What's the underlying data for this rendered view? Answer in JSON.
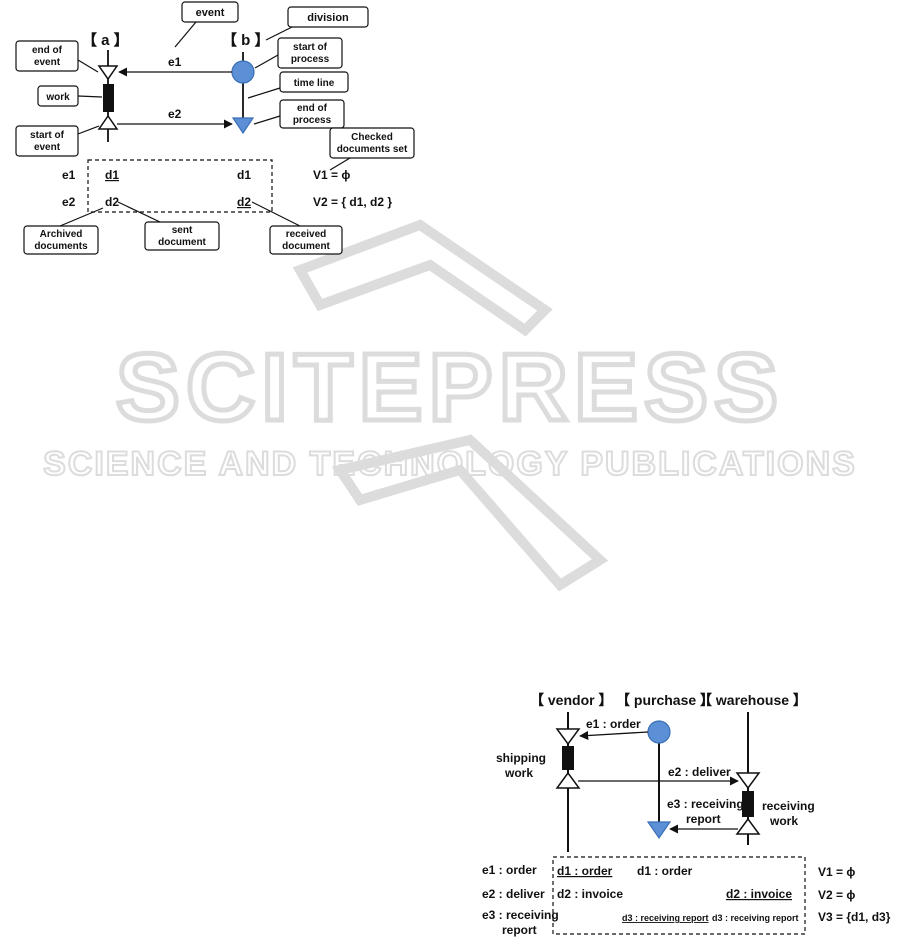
{
  "watermark": {
    "title": "SCITEPRESS",
    "subtitle": "SCIENCE AND TECHNOLOGY PUBLICATIONS"
  },
  "legend_diagram": {
    "lane_a": "【 a 】",
    "lane_b": "【 b 】",
    "callouts": {
      "event": "event",
      "division": "division",
      "end_of_event": [
        "end of",
        "event"
      ],
      "start_of_process": [
        "start of",
        "process"
      ],
      "time_line": "time line",
      "work": "work",
      "end_of_process": [
        "end of",
        "process"
      ],
      "start_of_event": [
        "start of",
        "event"
      ],
      "checked_documents_set": [
        "Checked",
        "documents set"
      ],
      "archived_documents": [
        "Archived",
        "documents"
      ],
      "sent_document": [
        "sent",
        "document"
      ],
      "received_document": [
        "received",
        "document"
      ]
    },
    "edges": {
      "e1": "e1",
      "e2": "e2"
    },
    "table": {
      "row1": {
        "event": "e1",
        "sent": "d1",
        "received": "d1",
        "set": "V1 = ϕ"
      },
      "row2": {
        "event": "e2",
        "sent": "d2",
        "received": "d2",
        "set": "V2 = { d1, d2 }"
      }
    }
  },
  "example_diagram": {
    "lanes": [
      "【 vendor 】",
      "【 purchase 】",
      "【 warehouse 】"
    ],
    "edges": {
      "e1": "e1 : order",
      "e2": "e2 : deliver",
      "e3": [
        "e3 : receiving",
        "report"
      ]
    },
    "works": {
      "shipping": [
        "shipping",
        "work"
      ],
      "receiving": [
        "receiving",
        "work"
      ]
    },
    "table": {
      "rows": [
        {
          "event": "e1 : order",
          "docs_a": "d1 : order",
          "docs_b": "d1 : order",
          "docs_c": "",
          "set": "V1 = ϕ"
        },
        {
          "event": "e2 : deliver",
          "docs_a": "d2 : invoice",
          "docs_b": "",
          "docs_c": "d2 : invoice",
          "set": "V2 = ϕ"
        },
        {
          "event": [
            "e3 : receiving",
            "report"
          ],
          "docs_a": "",
          "docs_b": "d3 : receiving report",
          "docs_c": "d3 : receiving report",
          "set": "V3 = {d1, d3}"
        }
      ]
    }
  },
  "colors": {
    "blue": "#5b8fd6",
    "blue_stroke": "#3b6fb5",
    "black": "#111111",
    "watermark": "#dcdcdc"
  }
}
